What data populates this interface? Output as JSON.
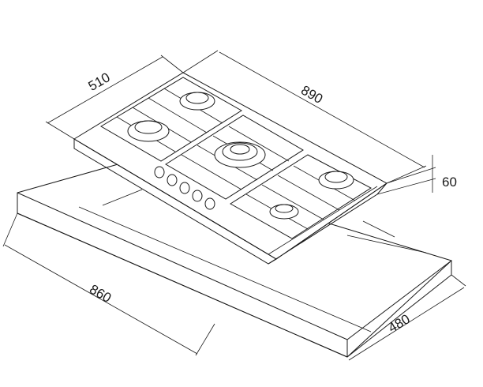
{
  "dimensions": {
    "width_top": "890",
    "depth_top": "510",
    "height": "60",
    "cutout_width": "860",
    "cutout_depth": "480"
  },
  "colors": {
    "line": "#1a1a1a",
    "background": "#ffffff"
  },
  "counts": {
    "burners": 5,
    "knobs": 5
  }
}
